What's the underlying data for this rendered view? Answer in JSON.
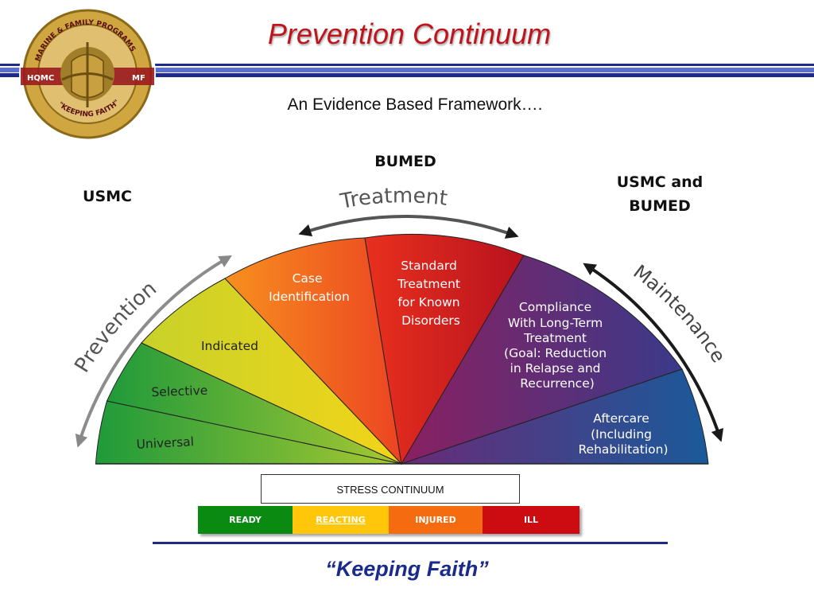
{
  "header": {
    "title": "Prevention Continuum",
    "subtitle": "An Evidence Based Framework….",
    "accent_color": "#c0141c",
    "rule_color": "#1e2a8a"
  },
  "logo": {
    "icon": "marine-emblem-seal-icon",
    "ring_text": "MARINE & FAMILY PROGRAMS",
    "left_tag": "HQMC",
    "right_tag": "MF",
    "motto": "\"KEEPING FAITH\""
  },
  "groups": {
    "usmc": "USMC",
    "bumed": "BUMED",
    "usmc_and_bumed_line1": "USMC and",
    "usmc_and_bumed_line2": "BUMED"
  },
  "arcs": {
    "prevention": "Prevention",
    "treatment": "Treatment",
    "maintenance": "Maintenance"
  },
  "slices": {
    "universal": "Universal",
    "selective": "Selective",
    "indicated": "Indicated",
    "case_id": [
      "Case",
      "Identification"
    ],
    "standard": [
      "Standard",
      "Treatment",
      "for Known",
      "Disorders"
    ],
    "compliance": [
      "Compliance",
      "With Long-Term",
      "Treatment",
      "(Goal: Reduction",
      "in Relapse and",
      "Recurrence)"
    ],
    "aftercare": [
      "Aftercare",
      "(Including",
      "Rehabilitation)"
    ]
  },
  "stress": {
    "title": "STRESS CONTINUUM",
    "ready": "READY",
    "reacting": "REACTING",
    "injured": "INJURED",
    "ill": "ILL",
    "colors": {
      "ready": "#0b8a12",
      "reacting": "#ffc60a",
      "injured": "#f56c10",
      "ill": "#cc0c10"
    }
  },
  "footer": {
    "motto": "“Keeping Faith”"
  }
}
